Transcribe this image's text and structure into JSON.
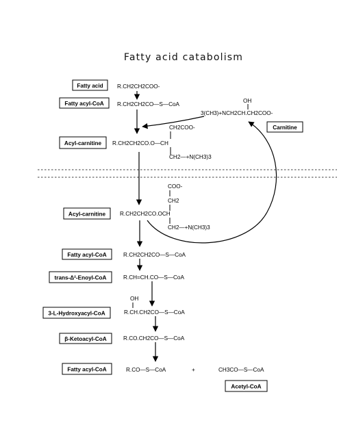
{
  "title": "Fatty acid catabolism",
  "labels": {
    "fatty_acid": "Fatty acid",
    "fatty_acyl_coa_1": "Fatty acyl-CoA",
    "acyl_carnitine_1": "Acyl-carnitine",
    "carnitine": "Carnitine",
    "acyl_carnitine_2": "Acyl-carnitine",
    "fatty_acyl_coa_2": "Fatty acyl-CoA",
    "enoyl_coa": "trans-Δ²-Enoyl-CoA",
    "hydroxyacyl_coa": "3-L-Hydroxyacyl-CoA",
    "ketoacyl_coa": "β-Ketoacyl-CoA",
    "fatty_acyl_coa_3": "Fatty acyl-CoA",
    "acetyl_coa": "Acetyl-CoA"
  },
  "formulas": {
    "fatty_acid": "R.CH2CH2COO-",
    "fatty_acyl_coa_1": "R.CH2CH2CO—S—CoA",
    "carnitine_oh": "OH",
    "carnitine": "3(CH3)+NCH2CH.CH2COO-",
    "acyl_carnitine_1_top": "CH2COO-",
    "acyl_carnitine_1_main": "R.CH2CH2CO.O—CH",
    "acyl_carnitine_1_bottom": "CH2—+N(CH3)3",
    "acyl_carnitine_2_top": "COO-",
    "acyl_carnitine_2_mid": "CH2",
    "acyl_carnitine_2_main": "R.CH2CH2CO.OCH",
    "acyl_carnitine_2_bottom": "CH2—+N(CH3)3",
    "fatty_acyl_coa_2": "R.CH2CH2CO—S—CoA",
    "enoyl_coa": "R.CH=CH.CO—S—CoA",
    "hydroxyacyl_oh": "OH",
    "hydroxyacyl_coa": "R.CH.CH2CO—S—CoA",
    "ketoacyl_coa": "R.CO.CH2CO—S—CoA",
    "product_acyl_coa": "R.CO—S—CoA",
    "plus": "+",
    "acetyl_coa": "CH3CO—S—CoA"
  }
}
